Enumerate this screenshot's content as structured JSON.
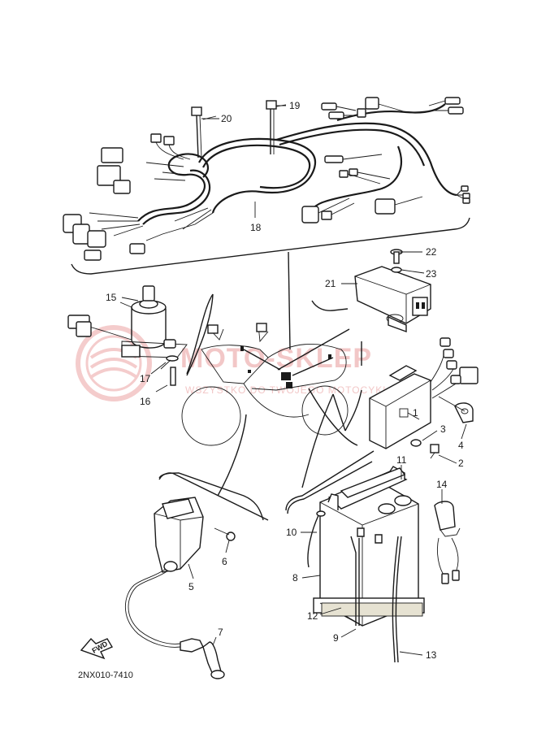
{
  "diagram": {
    "part_numbers": {
      "p1": "1",
      "p2": "2",
      "p3": "3",
      "p4": "4",
      "p5": "5",
      "p6": "6",
      "p7": "7",
      "p8": "8",
      "p9": "9",
      "p10": "10",
      "p11": "11",
      "p12": "12",
      "p13": "13",
      "p14": "14",
      "p15": "15",
      "p16": "16",
      "p17": "17",
      "p18": "18",
      "p19": "19",
      "p20": "20",
      "p21": "21",
      "p22": "22",
      "p23": "23"
    },
    "diagram_code": "2NX010-7410",
    "front_arrow_label": "FWD",
    "watermark": {
      "brand": "MOTO-SKLEP",
      "tagline": "WSZYSTKO DO TWOJEGO MOTOCYKLA"
    },
    "colors": {
      "line": "#1a1a1a",
      "watermark": "#f2c7c7"
    }
  }
}
